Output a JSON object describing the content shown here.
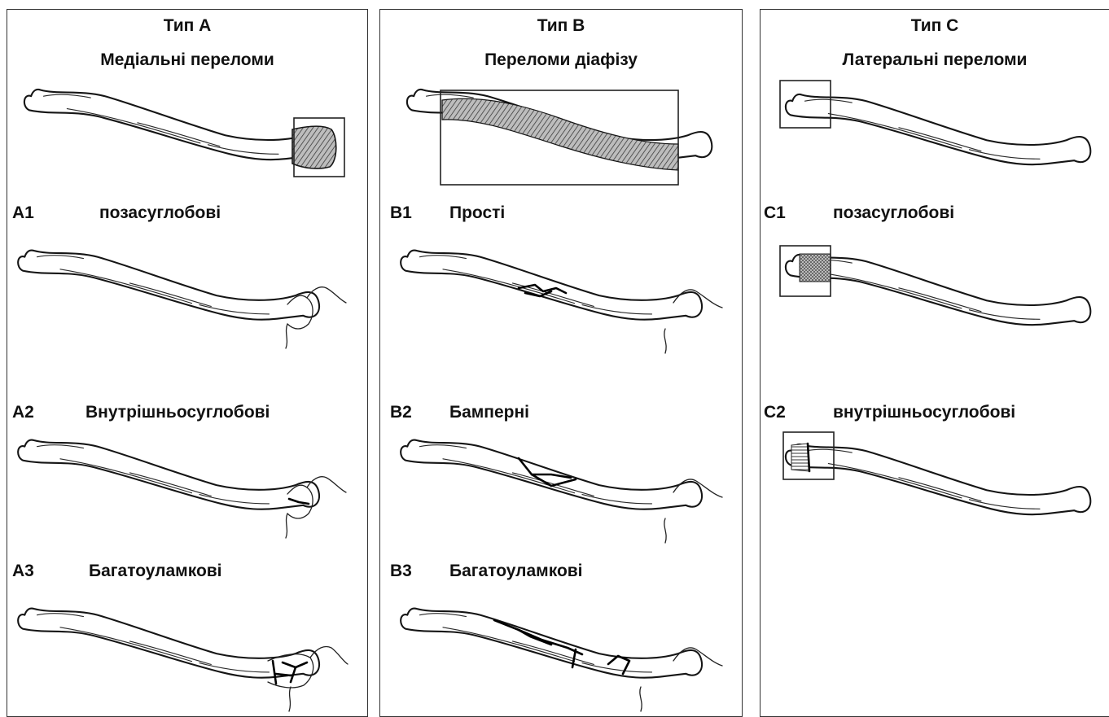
{
  "panels": [
    {
      "id": "A",
      "type_label": "Тип А",
      "title": "Медіальні переломи",
      "subtypes": [
        {
          "code": "A1",
          "name": "позасуглобові"
        },
        {
          "code": "A2",
          "name": "Внутрішньосуглобові"
        },
        {
          "code": "A3",
          "name": "Багатоуламкові"
        }
      ]
    },
    {
      "id": "B",
      "type_label": "Тип В",
      "title": "Переломи діафізу",
      "subtypes": [
        {
          "code": "B1",
          "name": "Прості"
        },
        {
          "code": "B2",
          "name": "Бамперні"
        },
        {
          "code": "B3",
          "name": "Багатоуламкові"
        }
      ]
    },
    {
      "id": "C",
      "type_label": "Тип С",
      "title": "Латеральні переломи",
      "subtypes": [
        {
          "code": "C1",
          "name": "позасуглобові"
        },
        {
          "code": "C2",
          "name": "внутрішньосуглобові"
        }
      ]
    }
  ],
  "colors": {
    "border": "#333333",
    "line": "#151515",
    "hatch": "#555555",
    "background": "#ffffff"
  }
}
